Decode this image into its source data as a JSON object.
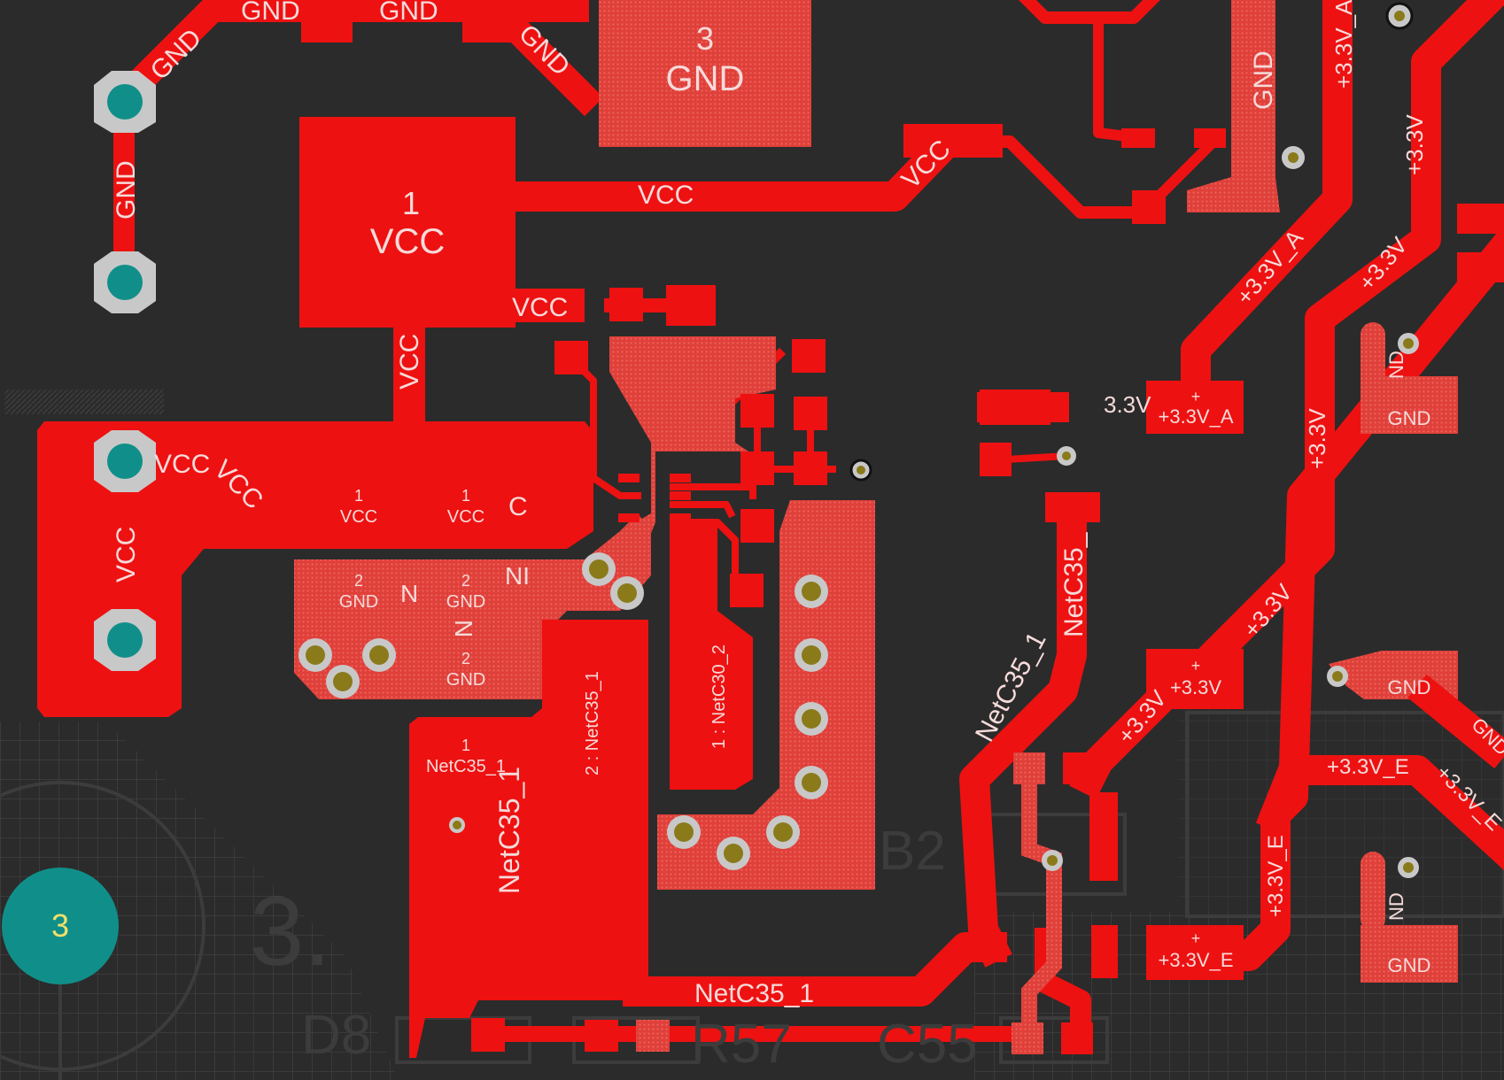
{
  "colors": {
    "background": "#2b2b2b",
    "copper": "#ee1111",
    "pad_hatched": "#d9463f",
    "silk": "#3a3a3a",
    "teal": "#108f8a",
    "pad_ring": "#c8c8c8",
    "via_hole": "#8a7a1a",
    "label": "#f4d8d8",
    "grid": "#4a4a4a"
  },
  "labels": {
    "gnd_top_1": "GND",
    "gnd_top_2": "GND",
    "gnd_top_diag_left": "GND",
    "gnd_top_diag_right": "GND",
    "gnd_left_vertical": "GND",
    "pad3_num": "3",
    "pad3_net": "GND",
    "pad1_num": "1",
    "pad1_net": "VCC",
    "vcc_trace": "VCC",
    "vcc_trace_diag": "VCC",
    "vcc_vertical": "VCC",
    "vcc_small_pad": "VCC",
    "vcc_left_1": "VCC",
    "vcc_left_2": "VCC",
    "vcc_left_vertical": "VCC",
    "vcc_pad_a_num": "1",
    "vcc_pad_a_net": "VCC",
    "vcc_pad_b_num": "1",
    "vcc_pad_b_net": "VCC",
    "vcc_c": "C",
    "gnd_pad_a_num": "2",
    "gnd_pad_a_net": "GND",
    "gnd_pad_b_num": "2",
    "gnd_pad_b_net": "GND",
    "gnd_pad_c_num": "2",
    "gnd_pad_c_net": "GND",
    "gnd_n1": "N",
    "gnd_n2": "N",
    "gnd_ni": "NI",
    "netc35_pad_num": "1",
    "netc35_pad_net": "NetC35_1",
    "netc35_big": "NetC35_1",
    "netc35_pin2": "2 : NetC35_1",
    "netc30_pin1": "1 : NetC30_2",
    "netc35_trace": "NetC35_1",
    "netc35_diag": "NetC35_1",
    "netc35_vertical": "NetC35_",
    "gnd_vertical_top": "GND",
    "p33_a_top": "+3.3V_A",
    "p33_vertical_1": "+3.3V",
    "p33_diag_a": "+3.3V_A",
    "p33_diag_1": "+3.3V",
    "p33_vertical_2": "+3.3V",
    "p33_pad_a_plus": "+",
    "p33_pad_a": "+3.3V_A",
    "p33_partial": "3.3V",
    "p33_diag_2": "+3.3V",
    "p33_pad_b_plus": "+",
    "p33_pad_b": "+3.3V",
    "p33_diag_3": "+3.3V",
    "p33_e_trace": "+3.3V_E",
    "p33_e_diag": "+3.3V_E",
    "p33_e_vertical": "+3.3V_E",
    "p33_pad_e_plus": "+",
    "p33_pad_e": "+3.3V_E",
    "gnd_pad_r1": "GND",
    "gnd_pad_r1_partial": "ND",
    "gnd_pad_r2": "GND",
    "gnd_pad_r3": "GND",
    "gnd_pad_r3_partial": "ND",
    "gnd_diag_r": "GND",
    "silk_b2": "B2",
    "silk_d8": "D8",
    "silk_r57": "R57",
    "silk_c55": "C55",
    "silk_3_partial": "3.",
    "teal_pad_num": "3"
  }
}
